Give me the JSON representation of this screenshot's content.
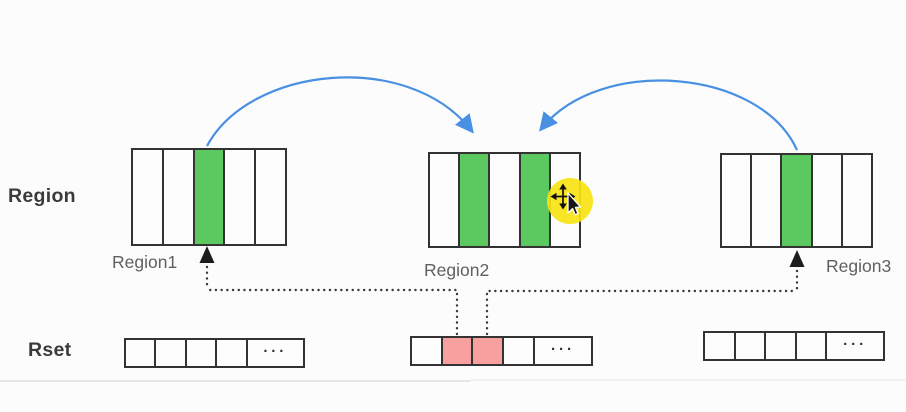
{
  "labels": {
    "region_axis": "Region",
    "rset_axis": "Rset"
  },
  "symbols": {
    "ellipsis": "···"
  },
  "colors": {
    "green": "#5bc95f",
    "pink": "#f89f9f",
    "blue": "#4a90e2",
    "yellow": "#f8e316",
    "border": "#333333",
    "dotted": "#3a3a3a"
  },
  "regions": [
    {
      "name": "Region1",
      "cells": [
        "white",
        "white",
        "green",
        "white",
        "white"
      ]
    },
    {
      "name": "Region2",
      "cells": [
        "white",
        "green",
        "white",
        "green",
        "white"
      ]
    },
    {
      "name": "Region3",
      "cells": [
        "white",
        "white",
        "green",
        "white",
        "white"
      ]
    }
  ],
  "rsets": [
    {
      "cells": [
        "white",
        "white",
        "white",
        "white",
        "dots"
      ]
    },
    {
      "cells": [
        "white",
        "pink",
        "pink",
        "white",
        "dots"
      ]
    },
    {
      "cells": [
        "white",
        "white",
        "white",
        "white",
        "dots"
      ]
    }
  ]
}
